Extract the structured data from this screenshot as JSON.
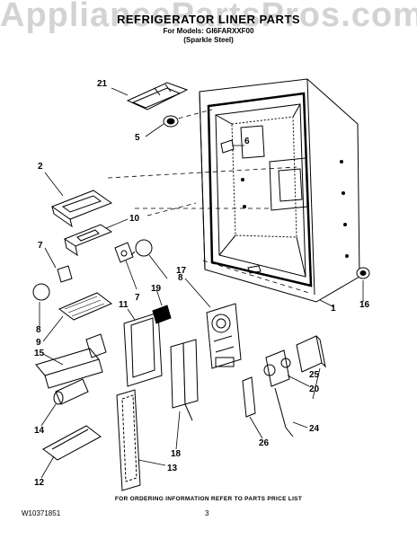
{
  "watermark": "AppliancePartsPros.com",
  "header": {
    "title": "REFRIGERATOR LINER PARTS",
    "models_line": "For Models: GI6FARXXF00",
    "variant_line": "(Sparkle Steel)"
  },
  "callouts": [
    "21",
    "5",
    "6",
    "2",
    "10",
    "7",
    "8",
    "17",
    "19",
    "11",
    "7",
    "1",
    "16",
    "8",
    "9",
    "15",
    "14",
    "12",
    "13",
    "18",
    "26",
    "24",
    "20",
    "25"
  ],
  "footer": {
    "ordering_note": "FOR ORDERING INFORMATION REFER TO PARTS PRICE LIST",
    "doc_id": "W10371851",
    "page_number": "3"
  }
}
